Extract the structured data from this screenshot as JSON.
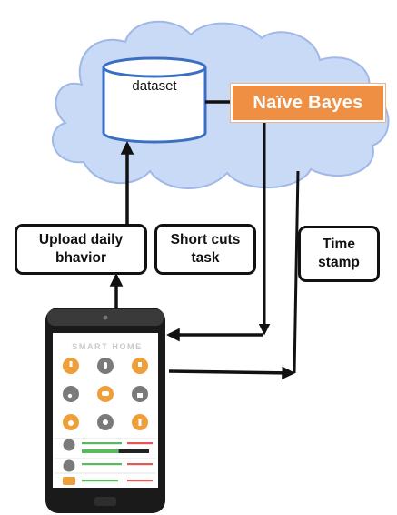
{
  "diagram": {
    "dataset_label": "dataset",
    "algorithm_label": "Naïve Bayes",
    "upload_label": "Upload daily\nbhavior",
    "shortcuts_label": "Short cuts\ntask",
    "timestamp_label": "Time\nstamp"
  },
  "phone": {
    "title": "SMART HOME",
    "app_icons": [
      "power-icon",
      "bulb-icon",
      "timer-icon",
      "music-icon",
      "chat-icon",
      "lock-icon",
      "water-icon",
      "camera-icon",
      "info-icon"
    ],
    "notifications": [
      {
        "icon": "lock-icon",
        "accent": "#5cb85c",
        "progress": 0.55
      },
      {
        "icon": "lock-icon",
        "accent": "#5cb85c"
      },
      {
        "icon": "mail-icon",
        "accent": "#e05858"
      }
    ]
  },
  "colors": {
    "cloud_fill": "#c9daf6",
    "cloud_stroke": "#9fb8e8",
    "algorithm_fill": "#ee8f44",
    "app_icon_orange": "#ee9f3a",
    "app_icon_gray": "#7a7a7a"
  }
}
